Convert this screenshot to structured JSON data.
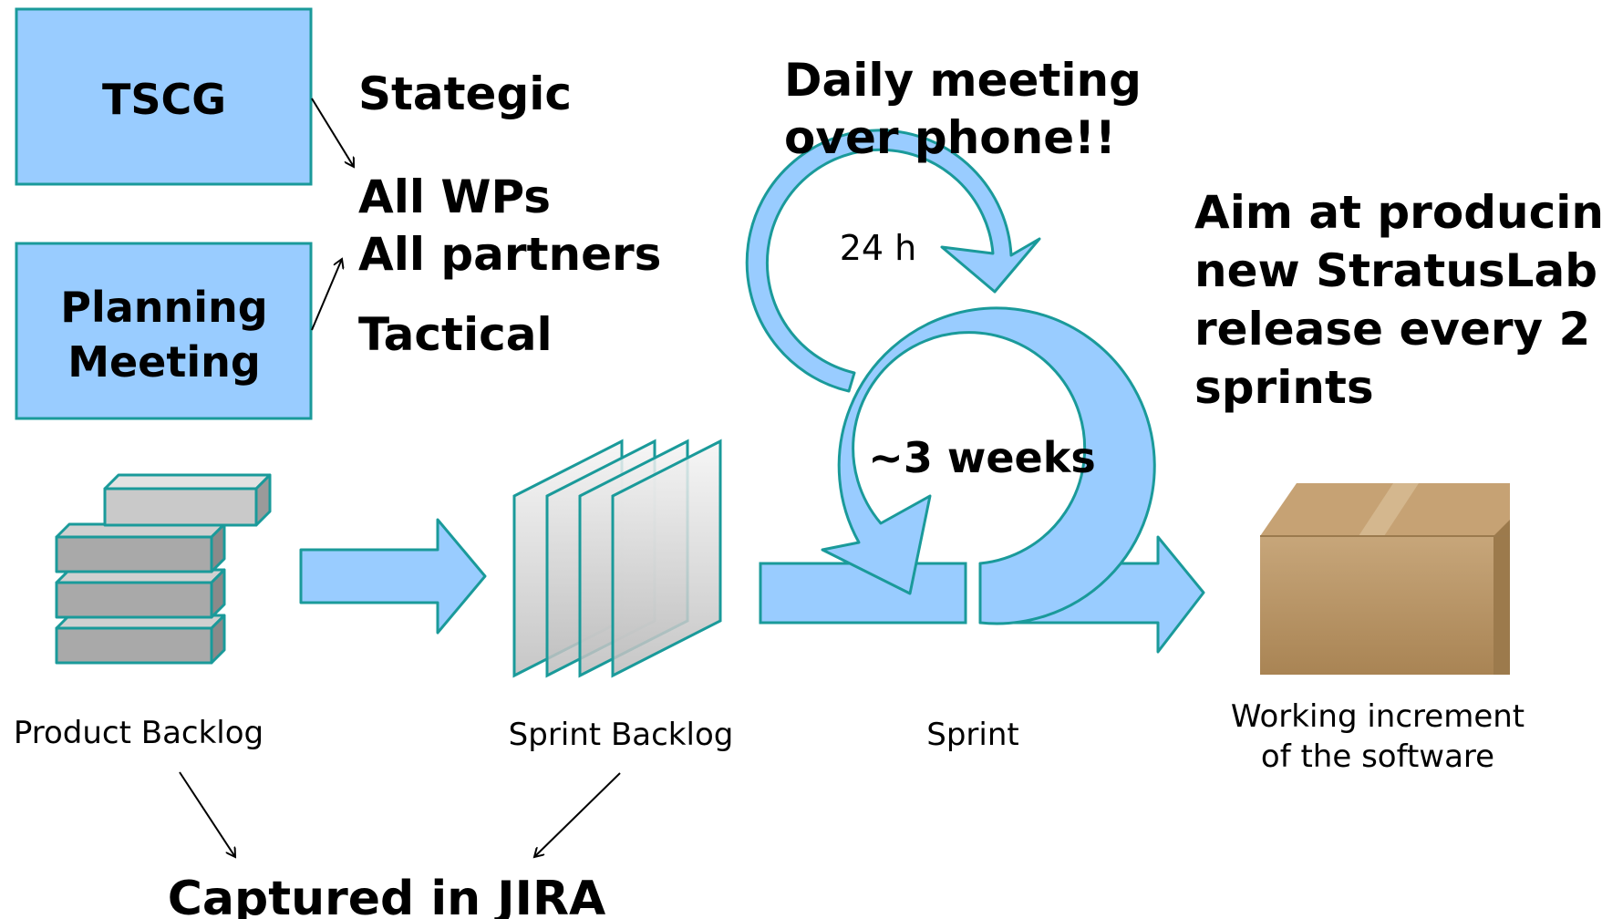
{
  "meetings": {
    "tscg": "TSCG",
    "planning_line1": "Planning",
    "planning_line2": "Meeting",
    "strategic": "Stategic",
    "all_wps": "All WPs",
    "all_partners": "All partners",
    "tactical": "Tactical"
  },
  "daily": {
    "line1": "Daily meeting",
    "line2": "over phone!!",
    "cycle": "24 h"
  },
  "sprint": {
    "duration": "~3 weeks",
    "label": "Sprint"
  },
  "aim": {
    "line1": "Aim at producing",
    "line2": "new StratusLab",
    "line3": "release every 2",
    "line4": "sprints"
  },
  "backlogs": {
    "product": "Product Backlog",
    "sprint": "Sprint Backlog"
  },
  "increment": {
    "line1": "Working increment",
    "line2": "of the software"
  },
  "jira": "Captured in JIRA",
  "colors": {
    "box_fill": "#99CCFF",
    "box_stroke": "#1A9A9A",
    "arrow_fill": "#99CCFF",
    "block_fill": "#A8A8A8",
    "package_fill": "#B89566"
  }
}
